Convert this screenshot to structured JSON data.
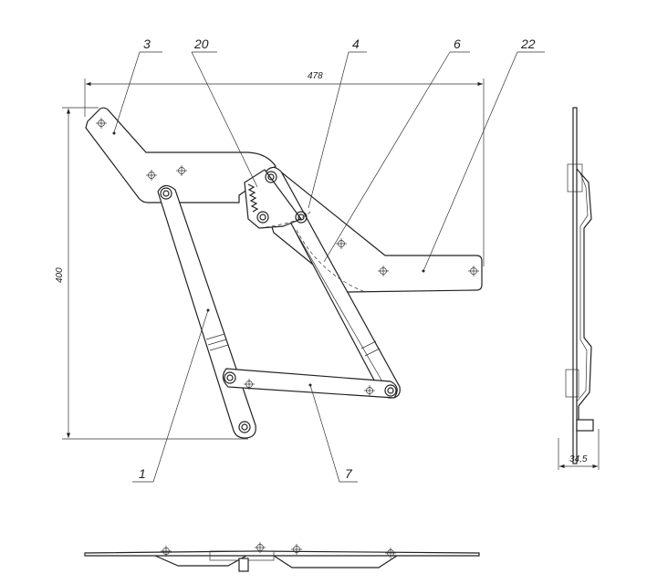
{
  "drawing": {
    "dimensions": {
      "width": "478",
      "height": "400",
      "thickness": "34,5"
    },
    "callouts": [
      "3",
      "20",
      "4",
      "6",
      "22",
      "1",
      "7"
    ]
  }
}
